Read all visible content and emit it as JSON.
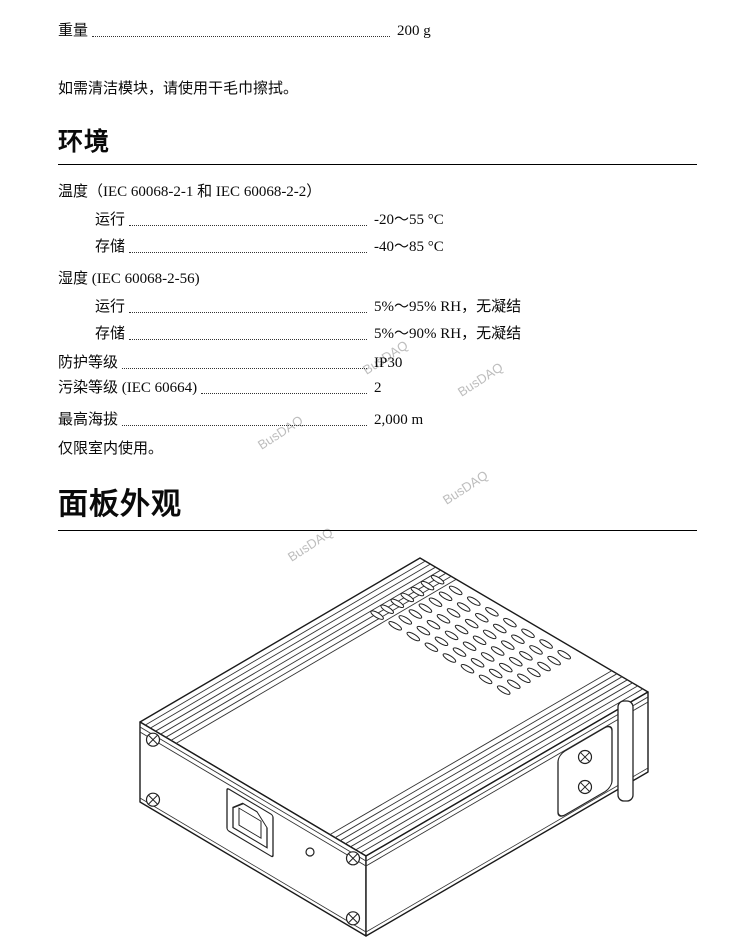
{
  "colors": {
    "text": "#0a0a0a",
    "rule": "#000000",
    "watermark": "#bdbdbd",
    "line_art": "#222222"
  },
  "watermark": {
    "text": "BusDAQ"
  },
  "top_spec": {
    "label": "重量",
    "value": "200 g"
  },
  "cleaning_note": "如需清洁模块，请使用干毛巾擦拭。",
  "environment": {
    "title": "环境",
    "temperature": {
      "heading": "温度（IEC 60068-2-1 和 IEC 60068-2-2）",
      "rows": [
        {
          "label": "运行",
          "value": "-20～55 °C"
        },
        {
          "label": "存储",
          "value": "-40～85 °C"
        }
      ]
    },
    "humidity": {
      "heading": "湿度 (IEC 60068-2-56)",
      "rows": [
        {
          "label": "运行",
          "value": "5%～95% RH，无凝结"
        },
        {
          "label": "存储",
          "value": "5%～90% RH，无凝结"
        }
      ]
    },
    "specs": [
      {
        "label": "防护等级",
        "value": "IP30"
      },
      {
        "label": "污染等级 (IEC 60664)",
        "value": "2"
      },
      {
        "label": "最高海拔",
        "value": "2,000 m"
      }
    ],
    "indoor_note": "仅限室内使用。"
  },
  "panel": {
    "title": "面板外观",
    "illustration": "isometric-line-drawing-of-module: extruded metal case, top vent slots, front USB-B port, LED hole, four corner screws, side mounting clip with two screws"
  }
}
